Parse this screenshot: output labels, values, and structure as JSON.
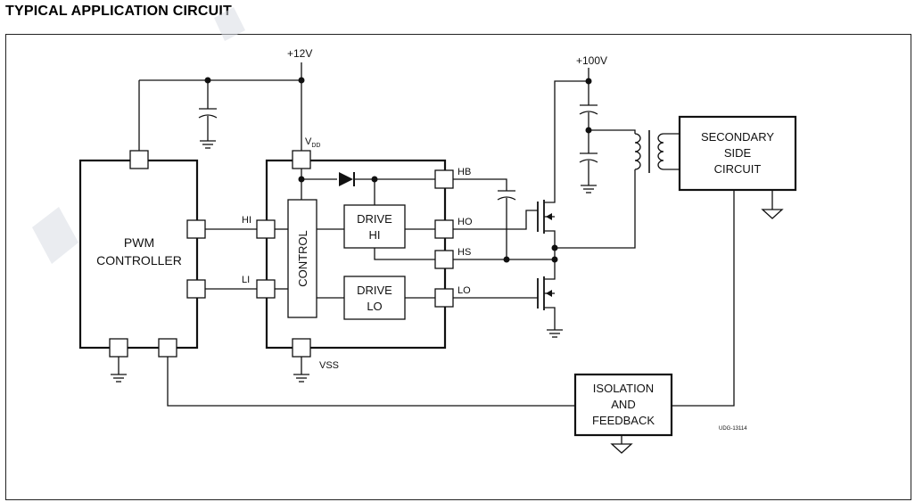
{
  "title": "TYPICAL APPLICATION CIRCUIT",
  "rails": {
    "vcc": "+12V",
    "hv": "+100V"
  },
  "pwm": {
    "line1": "PWM",
    "line2": "CONTROLLER"
  },
  "driver": {
    "vdd_main": "V",
    "vdd_sub": "DD",
    "vss": "VSS",
    "control": "CONTROL",
    "drive_hi_1": "DRIVE",
    "drive_hi_2": "HI",
    "drive_lo_1": "DRIVE",
    "drive_lo_2": "LO"
  },
  "pins": {
    "hi": "HI",
    "li": "LI",
    "hb": "HB",
    "ho": "HO",
    "hs": "HS",
    "lo": "LO"
  },
  "secondary": {
    "line1": "SECONDARY",
    "line2": "SIDE",
    "line3": "CIRCUIT"
  },
  "isolation": {
    "line1": "ISOLATION",
    "line2": "AND",
    "line3": "FEEDBACK"
  },
  "figure_id": "UDG-13114"
}
